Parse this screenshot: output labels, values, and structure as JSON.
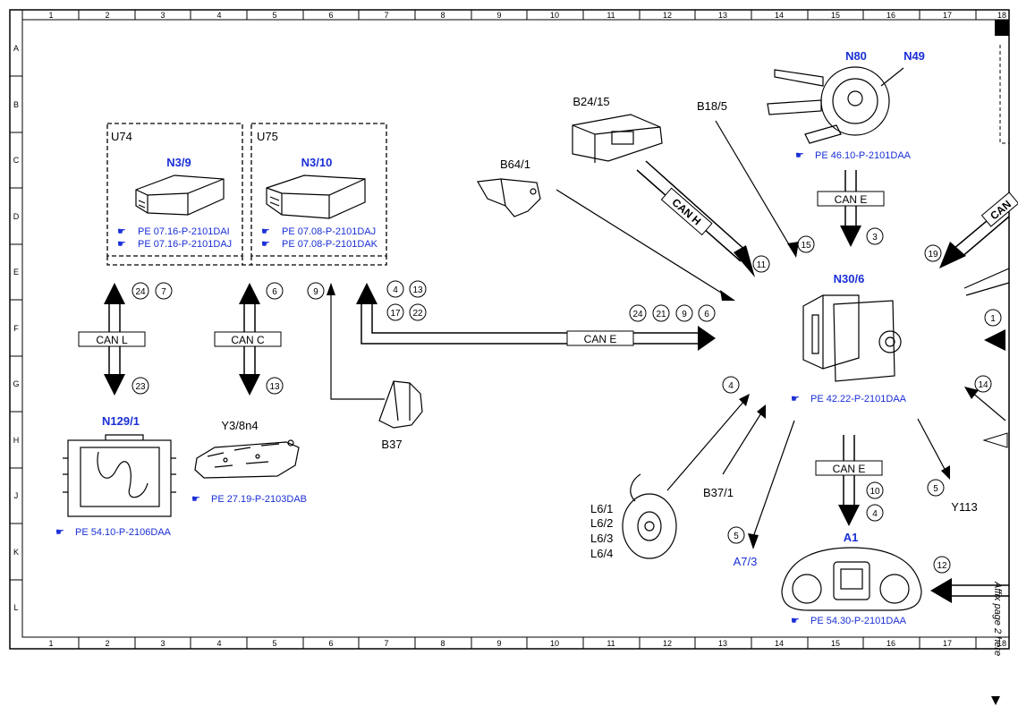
{
  "grid": {
    "columns": [
      "1",
      "2",
      "3",
      "4",
      "5",
      "6",
      "7",
      "8",
      "9",
      "10",
      "11",
      "12",
      "13",
      "14",
      "15",
      "16",
      "17",
      "18"
    ],
    "rows": [
      "A",
      "B",
      "C",
      "D",
      "E",
      "F",
      "G",
      "H",
      "J",
      "K",
      "L"
    ]
  },
  "groups": {
    "u74": "U74",
    "u75": "U75"
  },
  "components": {
    "n3_9": "N3/9",
    "n3_10": "N3/10",
    "n129_1": "N129/1",
    "y3_8n4": "Y3/8n4",
    "b37": "B37",
    "b64_1": "B64/1",
    "b24_15": "B24/15",
    "b18_5": "B18/5",
    "n80": "N80",
    "n49": "N49",
    "n30_6": "N30/6",
    "l6_1": "L6/1",
    "l6_2": "L6/2",
    "l6_3": "L6/3",
    "l6_4": "L6/4",
    "b37_1": "B37/1",
    "a7_3": "A7/3",
    "y113": "Y113",
    "a1": "A1"
  },
  "references": {
    "n3_9_a": "PE 07.16-P-2101DAI",
    "n3_9_b": "PE 07.16-P-2101DAJ",
    "n3_10_a": "PE 07.08-P-2101DAJ",
    "n3_10_b": "PE 07.08-P-2101DAK",
    "n129_1": "PE 54.10-P-2106DAA",
    "y3_8n4": "PE 27.19-P-2103DAB",
    "n80": "PE 46.10-P-2101DAA",
    "n30_6": "PE 42.22-P-2101DAA",
    "a1": "PE 54.30-P-2101DAA"
  },
  "buses": {
    "can_l": "CAN L",
    "can_c": "CAN C",
    "can_e_main": "CAN E",
    "can_e_top": "CAN E",
    "can_e_bottom": "CAN E",
    "can_h": "CAN H",
    "can_right": "CAN"
  },
  "badges": {
    "b24": "24",
    "b7": "7",
    "b23": "23",
    "b6": "6",
    "b13": "13",
    "b9": "9",
    "b4a": "4",
    "b13b": "13",
    "b17": "17",
    "b22": "22",
    "b24b": "24",
    "b21": "21",
    "b9b": "9",
    "b6b": "6",
    "b11": "11",
    "b15": "15",
    "b3": "3",
    "b19": "19",
    "b1": "1",
    "b4b": "4",
    "b14": "14",
    "b5a": "5",
    "b5b": "5",
    "b10": "10",
    "b4c": "4",
    "b12": "12"
  },
  "side_note": "Affix page 2 here"
}
